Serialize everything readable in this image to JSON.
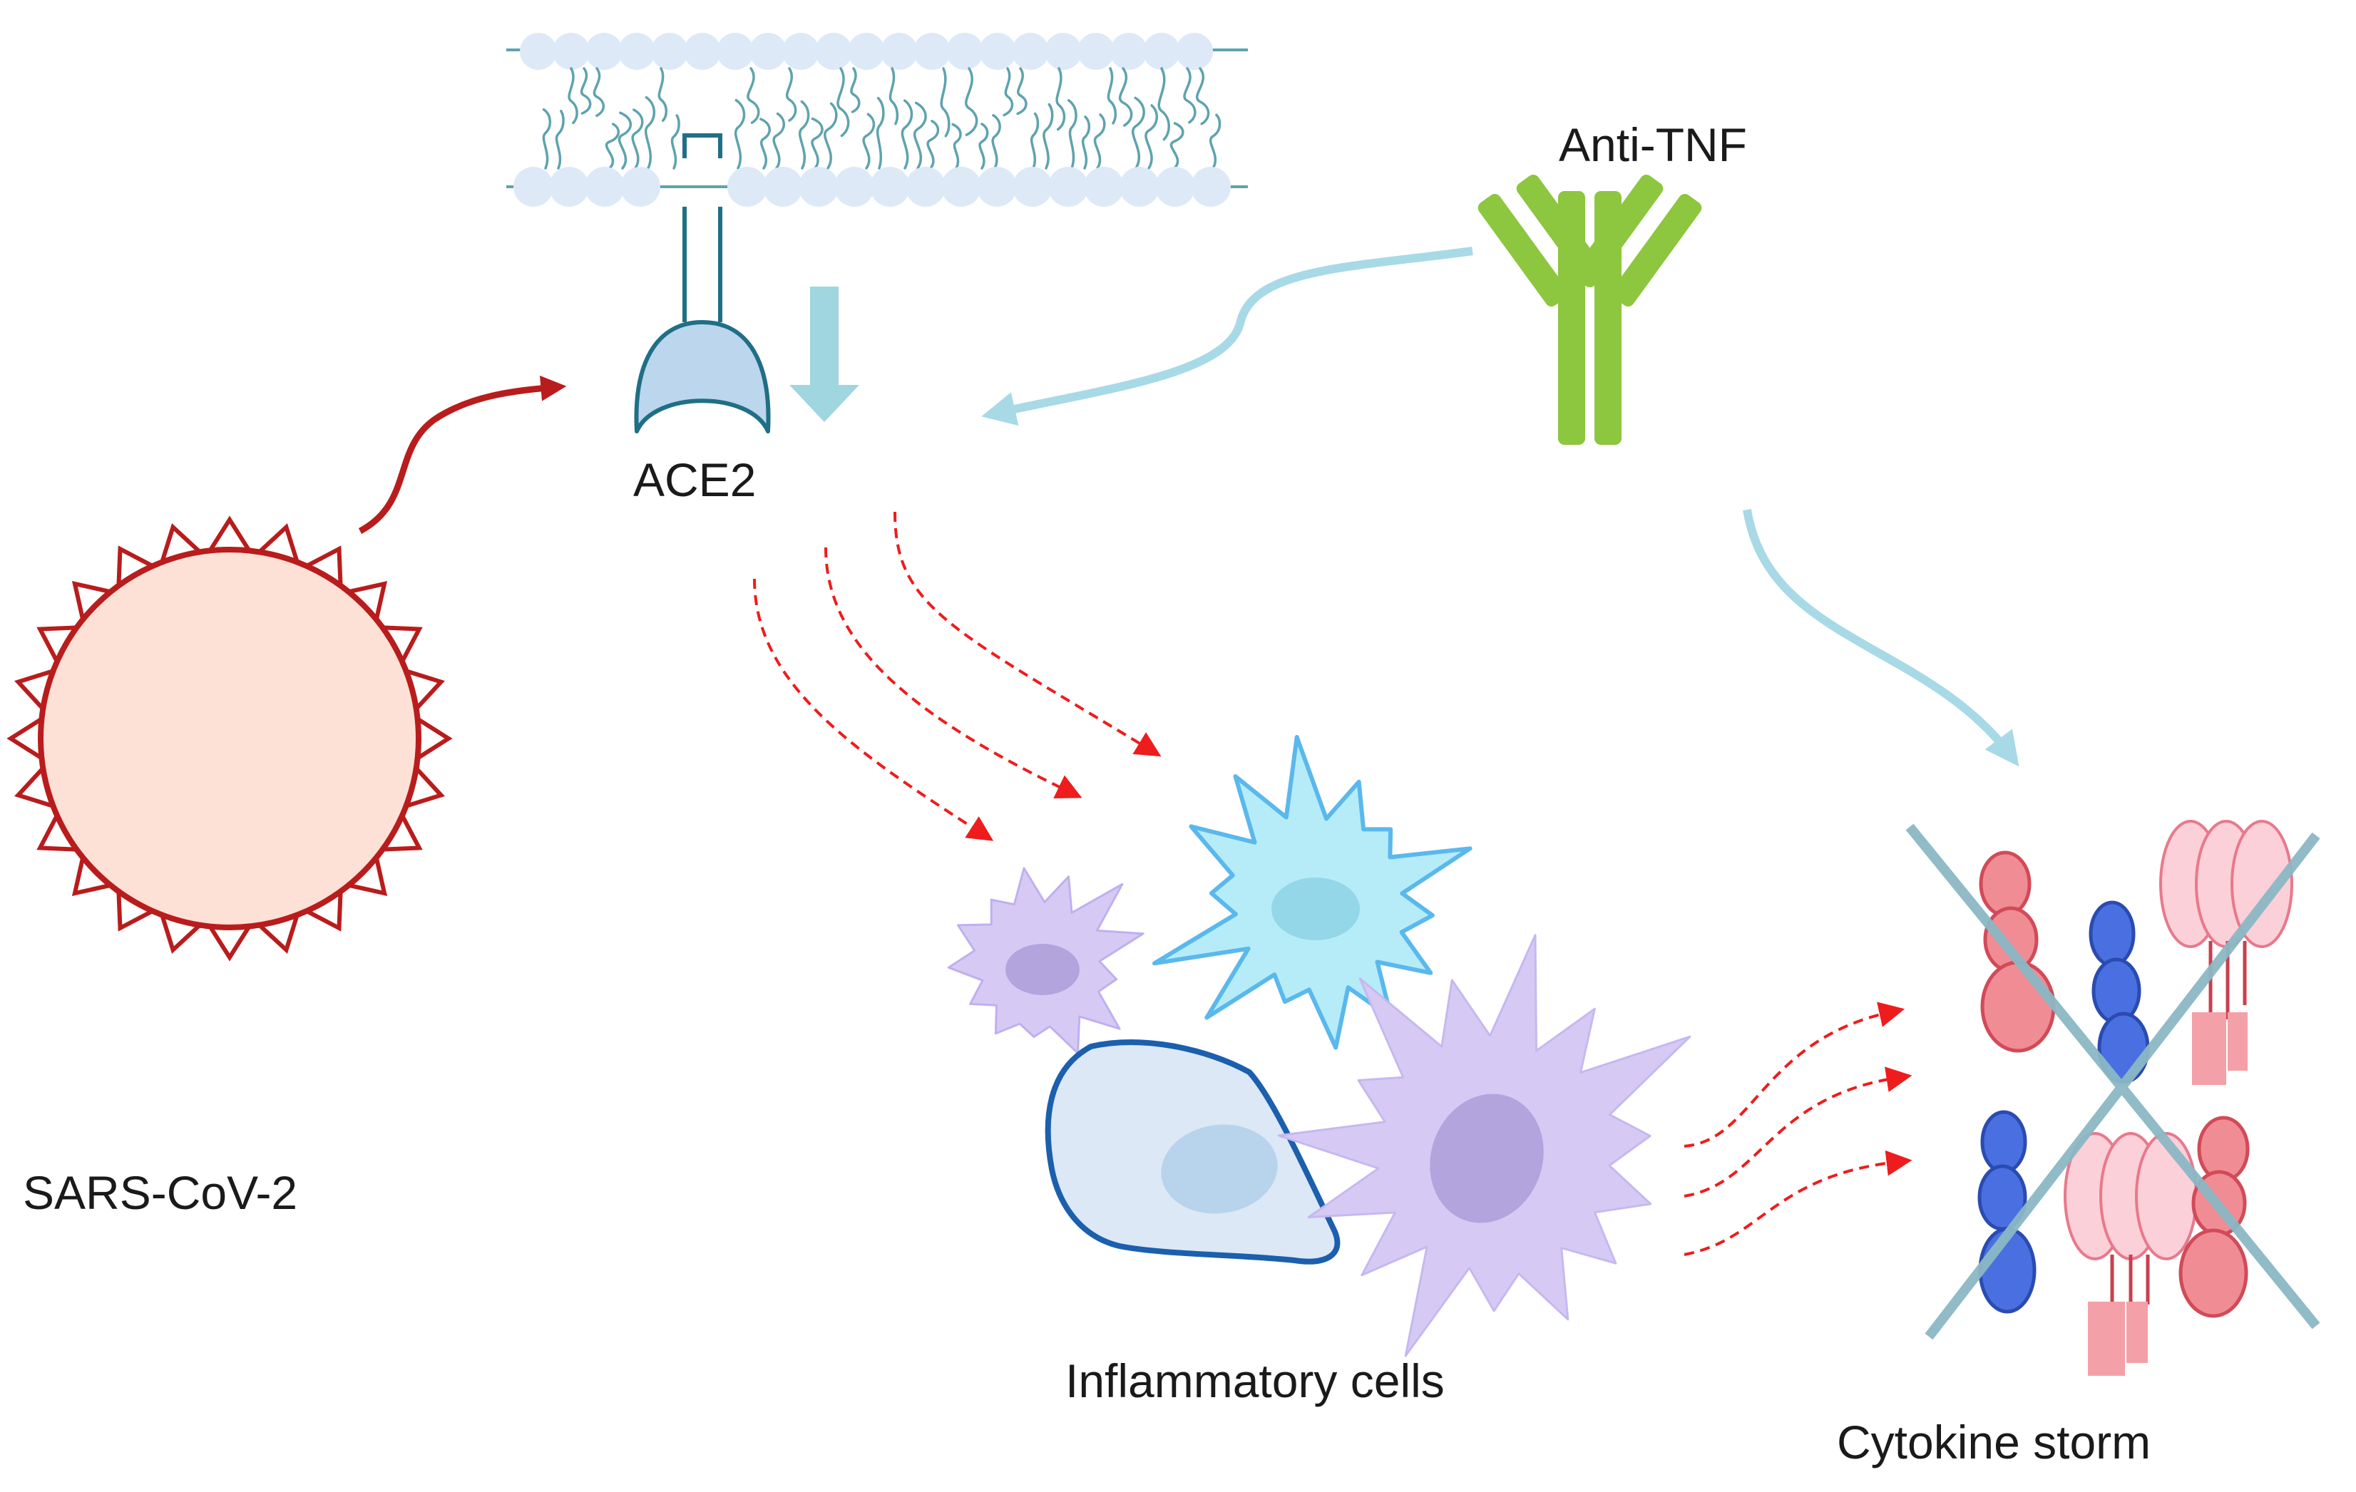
{
  "labels": {
    "ace2": "ACE2",
    "anti_tnf": "Anti-TNF",
    "virus": "SARS-CoV-2",
    "inflammatory_cells": "Inflammatory cells",
    "cytokine_storm": "Cytokine storm"
  },
  "colors": {
    "membrane_head": "#dde9f6",
    "membrane_tail": "#5ea3ad",
    "receptor": "#1f6f86",
    "receptor_fill": "#bcd6ee",
    "down_arrow": "#9fd6e0",
    "virus_fill": "#fde0d6",
    "virus_stroke": "#b91c1c",
    "infection_arrow": "#b91c1c",
    "antibody": "#8dc63f",
    "inhibit_arrow": "#a8d9e6",
    "signal_arrow": "#ee1c1c",
    "cell_purple": "#d6caf5",
    "cell_purple_nucleus": "#b3a4dd",
    "cell_blue": "#b6ecf8",
    "cell_blue_stroke": "#5ab8ec",
    "cell_epithelial": "#dce8f5",
    "cell_epithelial_stroke": "#1b5fae",
    "cytokine_red": "#f08c94",
    "cytokine_blue": "#4a6fe0",
    "cytokine_pink": "#fbd0d8",
    "cross": "#8bb8c5"
  }
}
